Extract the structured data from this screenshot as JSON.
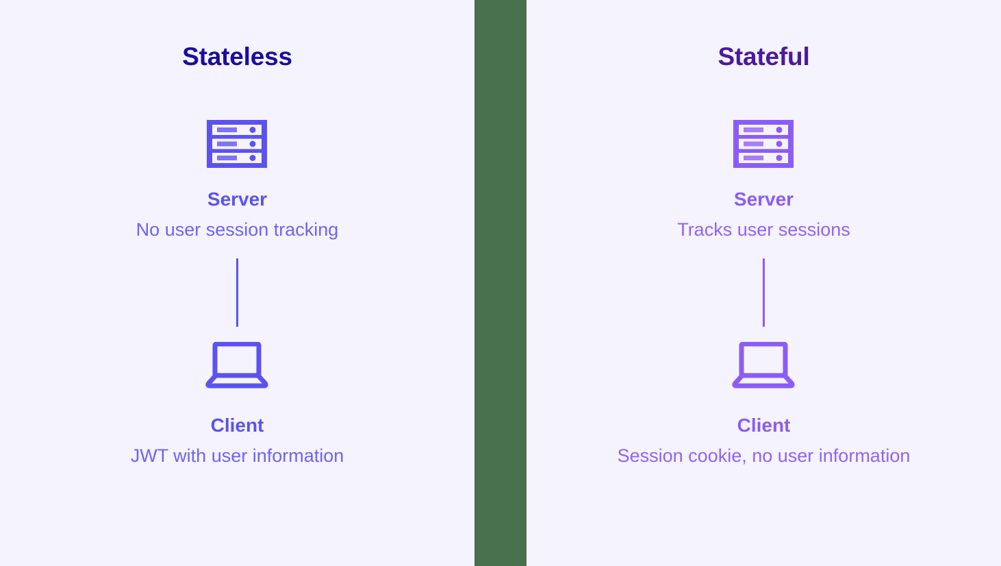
{
  "page": {
    "background_color": "#f5f3fe",
    "divider_color": "#47704c"
  },
  "panels": [
    {
      "id": "stateless",
      "title": "Stateless",
      "title_color": "#1a0d9e",
      "accent_color": "#5b52f0",
      "desc_color": "#6f63f3",
      "nodes": [
        {
          "icon": "server-icon",
          "label": "Server",
          "desc": "No user session tracking"
        },
        {
          "icon": "laptop-icon",
          "label": "Client",
          "desc": "JWT with user information"
        }
      ]
    },
    {
      "id": "stateful",
      "title": "Stateful",
      "title_color": "#4a1a9c",
      "accent_color": "#8b5cf6",
      "desc_color": "#9063f7",
      "nodes": [
        {
          "icon": "server-icon",
          "label": "Server",
          "desc": "Tracks user sessions"
        },
        {
          "icon": "laptop-icon",
          "label": "Client",
          "desc": "Session cookie, no user information"
        }
      ]
    }
  ]
}
